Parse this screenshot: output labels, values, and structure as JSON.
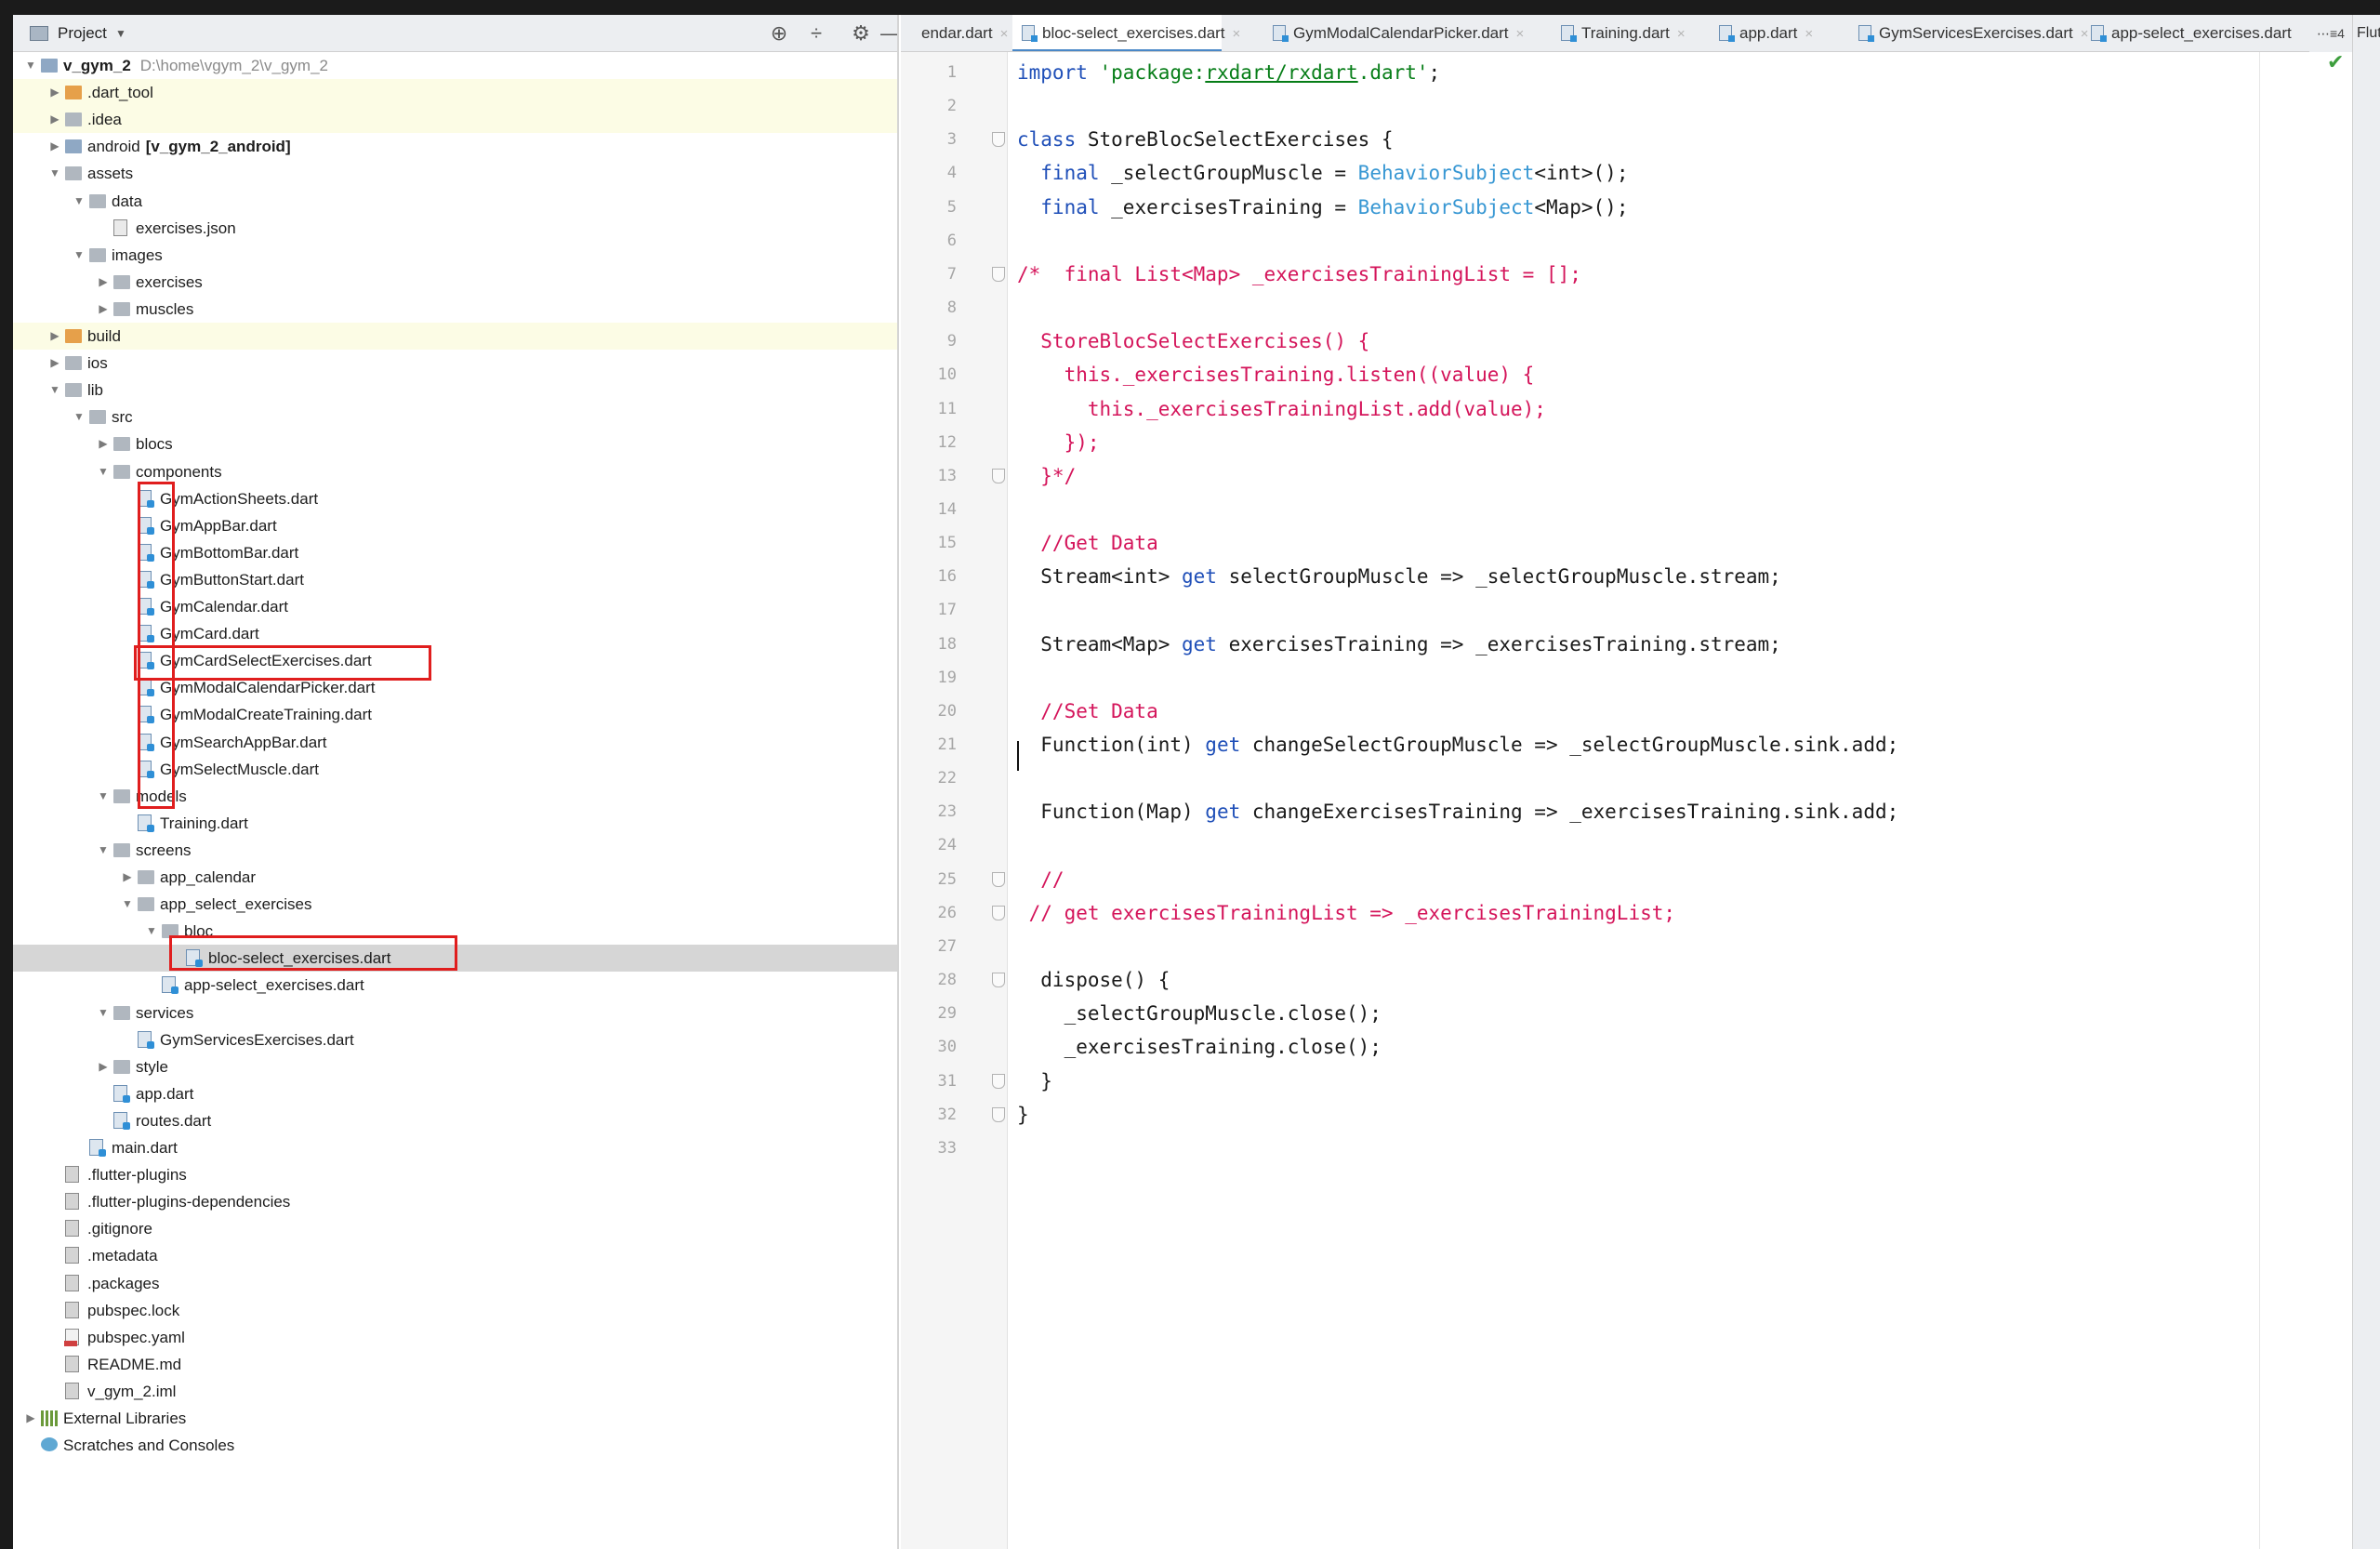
{
  "project_panel": {
    "title": "Project",
    "caret": "▼",
    "tools": [
      "⊕",
      "÷",
      "⚙",
      "—"
    ]
  },
  "tree": [
    {
      "depth": 0,
      "arrow": "▼",
      "icon": "folder-mod",
      "name": "v_gym_2",
      "bold": true,
      "path": "D:\\home\\vgym_2\\v_gym_2",
      "hl": false
    },
    {
      "depth": 1,
      "arrow": "▶",
      "icon": "folder-orange",
      "name": ".dart_tool",
      "hl": true
    },
    {
      "depth": 1,
      "arrow": "▶",
      "icon": "folder",
      "name": ".idea",
      "hl": true
    },
    {
      "depth": 1,
      "arrow": "▶",
      "icon": "folder-mod",
      "name": "android",
      "suffix": "[v_gym_2_android]"
    },
    {
      "depth": 1,
      "arrow": "▼",
      "icon": "folder",
      "name": "assets"
    },
    {
      "depth": 2,
      "arrow": "▼",
      "icon": "folder",
      "name": "data"
    },
    {
      "depth": 3,
      "arrow": "",
      "icon": "file-json",
      "name": "exercises.json"
    },
    {
      "depth": 2,
      "arrow": "▼",
      "icon": "folder",
      "name": "images"
    },
    {
      "depth": 3,
      "arrow": "▶",
      "icon": "folder",
      "name": "exercises"
    },
    {
      "depth": 3,
      "arrow": "▶",
      "icon": "folder",
      "name": "muscles"
    },
    {
      "depth": 1,
      "arrow": "▶",
      "icon": "folder-orange",
      "name": "build",
      "hl": true
    },
    {
      "depth": 1,
      "arrow": "▶",
      "icon": "folder",
      "name": "ios"
    },
    {
      "depth": 1,
      "arrow": "▼",
      "icon": "folder",
      "name": "lib"
    },
    {
      "depth": 2,
      "arrow": "▼",
      "icon": "folder",
      "name": "src"
    },
    {
      "depth": 3,
      "arrow": "▶",
      "icon": "folder",
      "name": "blocs"
    },
    {
      "depth": 3,
      "arrow": "▼",
      "icon": "folder",
      "name": "components"
    },
    {
      "depth": 4,
      "arrow": "",
      "icon": "file-dart",
      "name": "GymActionSheets.dart"
    },
    {
      "depth": 4,
      "arrow": "",
      "icon": "file-dart",
      "name": "GymAppBar.dart"
    },
    {
      "depth": 4,
      "arrow": "",
      "icon": "file-dart",
      "name": "GymBottomBar.dart"
    },
    {
      "depth": 4,
      "arrow": "",
      "icon": "file-dart",
      "name": "GymButtonStart.dart"
    },
    {
      "depth": 4,
      "arrow": "",
      "icon": "file-dart",
      "name": "GymCalendar.dart"
    },
    {
      "depth": 4,
      "arrow": "",
      "icon": "file-dart",
      "name": "GymCard.dart"
    },
    {
      "depth": 4,
      "arrow": "",
      "icon": "file-dart",
      "name": "GymCardSelectExercises.dart"
    },
    {
      "depth": 4,
      "arrow": "",
      "icon": "file-dart",
      "name": "GymModalCalendarPicker.dart"
    },
    {
      "depth": 4,
      "arrow": "",
      "icon": "file-dart",
      "name": "GymModalCreateTraining.dart"
    },
    {
      "depth": 4,
      "arrow": "",
      "icon": "file-dart",
      "name": "GymSearchAppBar.dart"
    },
    {
      "depth": 4,
      "arrow": "",
      "icon": "file-dart",
      "name": "GymSelectMuscle.dart"
    },
    {
      "depth": 3,
      "arrow": "▼",
      "icon": "folder",
      "name": "models"
    },
    {
      "depth": 4,
      "arrow": "",
      "icon": "file-dart",
      "name": "Training.dart"
    },
    {
      "depth": 3,
      "arrow": "▼",
      "icon": "folder",
      "name": "screens"
    },
    {
      "depth": 4,
      "arrow": "▶",
      "icon": "folder",
      "name": "app_calendar"
    },
    {
      "depth": 4,
      "arrow": "▼",
      "icon": "folder",
      "name": "app_select_exercises"
    },
    {
      "depth": 5,
      "arrow": "▼",
      "icon": "folder",
      "name": "bloc"
    },
    {
      "depth": 6,
      "arrow": "",
      "icon": "file-dart",
      "name": "bloc-select_exercises.dart",
      "selected": true
    },
    {
      "depth": 5,
      "arrow": "",
      "icon": "file-dart",
      "name": "app-select_exercises.dart"
    },
    {
      "depth": 3,
      "arrow": "▼",
      "icon": "folder",
      "name": "services"
    },
    {
      "depth": 4,
      "arrow": "",
      "icon": "file-dart",
      "name": "GymServicesExercises.dart"
    },
    {
      "depth": 3,
      "arrow": "▶",
      "icon": "folder",
      "name": "style"
    },
    {
      "depth": 3,
      "arrow": "",
      "icon": "file-dart",
      "name": "app.dart"
    },
    {
      "depth": 3,
      "arrow": "",
      "icon": "file-dart",
      "name": "routes.dart"
    },
    {
      "depth": 2,
      "arrow": "",
      "icon": "file-dart",
      "name": "main.dart"
    },
    {
      "depth": 1,
      "arrow": "",
      "icon": "file-plain",
      "name": ".flutter-plugins"
    },
    {
      "depth": 1,
      "arrow": "",
      "icon": "file-plain",
      "name": ".flutter-plugins-dependencies"
    },
    {
      "depth": 1,
      "arrow": "",
      "icon": "file-plain",
      "name": ".gitignore"
    },
    {
      "depth": 1,
      "arrow": "",
      "icon": "file-plain",
      "name": ".metadata"
    },
    {
      "depth": 1,
      "arrow": "",
      "icon": "file-plain",
      "name": ".packages"
    },
    {
      "depth": 1,
      "arrow": "",
      "icon": "file-plain",
      "name": "pubspec.lock"
    },
    {
      "depth": 1,
      "arrow": "",
      "icon": "file-yaml",
      "name": "pubspec.yaml"
    },
    {
      "depth": 1,
      "arrow": "",
      "icon": "file-plain",
      "name": "README.md"
    },
    {
      "depth": 1,
      "arrow": "",
      "icon": "file-plain",
      "name": "v_gym_2.iml"
    },
    {
      "depth": 0,
      "arrow": "▶",
      "icon": "lib",
      "name": "External Libraries"
    },
    {
      "depth": 0,
      "arrow": "",
      "icon": "scratch",
      "name": "Scratches and Consoles"
    }
  ],
  "tabs": [
    {
      "label": "endar.dart",
      "close": "×",
      "active": false,
      "icon": false
    },
    {
      "label": "bloc-select_exercises.dart",
      "close": "×",
      "active": true,
      "icon": true
    },
    {
      "label": "GymModalCalendarPicker.dart",
      "close": "×",
      "active": false,
      "icon": true
    },
    {
      "label": "Training.dart",
      "close": "×",
      "active": false,
      "icon": true
    },
    {
      "label": "app.dart",
      "close": "×",
      "active": false,
      "icon": true
    },
    {
      "label": "GymServicesExercises.dart",
      "close": "×",
      "active": false,
      "icon": true
    },
    {
      "label": "app-select_exercises.dart",
      "close": "",
      "active": false,
      "icon": true
    }
  ],
  "tab_overflow": "⋯≡4",
  "side_strip_label": "Flut",
  "code_lines": [
    [
      {
        "t": "import ",
        "c": "kw"
      },
      {
        "t": "'package:",
        "c": "str"
      },
      {
        "t": "rxdart/rxdart",
        "c": "str-u"
      },
      {
        "t": ".dart'",
        "c": "str"
      },
      {
        "t": ";",
        "c": ""
      }
    ],
    [],
    [
      {
        "t": "class ",
        "c": "kw"
      },
      {
        "t": "StoreBlocSelectExercises {",
        "c": ""
      }
    ],
    [
      {
        "t": "  final ",
        "c": "kw"
      },
      {
        "t": "_selectGroupMuscle = ",
        "c": ""
      },
      {
        "t": "BehaviorSubject",
        "c": "typ"
      },
      {
        "t": "<int>();",
        "c": ""
      }
    ],
    [
      {
        "t": "  final ",
        "c": "kw"
      },
      {
        "t": "_exercisesTraining = ",
        "c": ""
      },
      {
        "t": "BehaviorSubject",
        "c": "typ"
      },
      {
        "t": "<Map>();",
        "c": ""
      }
    ],
    [],
    [
      {
        "t": "/*  final List<Map> _exercisesTrainingList = [];",
        "c": "cm"
      }
    ],
    [],
    [
      {
        "t": "  StoreBlocSelectExercises() {",
        "c": "cm"
      }
    ],
    [
      {
        "t": "    this._exercisesTraining.listen((value) {",
        "c": "cm"
      }
    ],
    [
      {
        "t": "      this._exercisesTrainingList.add(value);",
        "c": "cm"
      }
    ],
    [
      {
        "t": "    });",
        "c": "cm"
      }
    ],
    [
      {
        "t": "  }*/",
        "c": "cm"
      }
    ],
    [],
    [
      {
        "t": "  //Get Data",
        "c": "cm"
      }
    ],
    [
      {
        "t": "  Stream<int> ",
        "c": ""
      },
      {
        "t": "get ",
        "c": "kw"
      },
      {
        "t": "selectGroupMuscle => _selectGroupMuscle.stream;",
        "c": ""
      }
    ],
    [],
    [
      {
        "t": "  Stream<Map> ",
        "c": ""
      },
      {
        "t": "get ",
        "c": "kw"
      },
      {
        "t": "exercisesTraining => _exercisesTraining.stream;",
        "c": ""
      }
    ],
    [],
    [
      {
        "t": "  //Set Data",
        "c": "cm"
      }
    ],
    [
      {
        "t": "  Function(int) ",
        "c": ""
      },
      {
        "t": "get ",
        "c": "kw"
      },
      {
        "t": "changeSelectGroupMuscle => _selectGroupMuscle.sink.add;",
        "c": ""
      }
    ],
    [],
    [
      {
        "t": "  Function(Map) ",
        "c": ""
      },
      {
        "t": "get ",
        "c": "kw"
      },
      {
        "t": "changeExercisesTraining => _exercisesTraining.sink.add;",
        "c": ""
      }
    ],
    [],
    [
      {
        "t": "  //",
        "c": "cm"
      }
    ],
    [
      {
        "t": " // get exercisesTrainingList => _exercisesTrainingList;",
        "c": "cm"
      }
    ],
    [],
    [
      {
        "t": "  dispose() {",
        "c": ""
      }
    ],
    [
      {
        "t": "    _selectGroupMuscle.close();",
        "c": ""
      }
    ],
    [
      {
        "t": "    _exercisesTraining.close();",
        "c": ""
      }
    ],
    [
      {
        "t": "  }",
        "c": ""
      }
    ],
    [
      {
        "t": "}",
        "c": ""
      }
    ],
    []
  ],
  "colors": {
    "annotation_red": "#e01e1e",
    "keyword_blue": "#1f4fb8",
    "comment_pink": "#d4145a",
    "string_green": "#067d17",
    "type_blue": "#3797d3"
  }
}
